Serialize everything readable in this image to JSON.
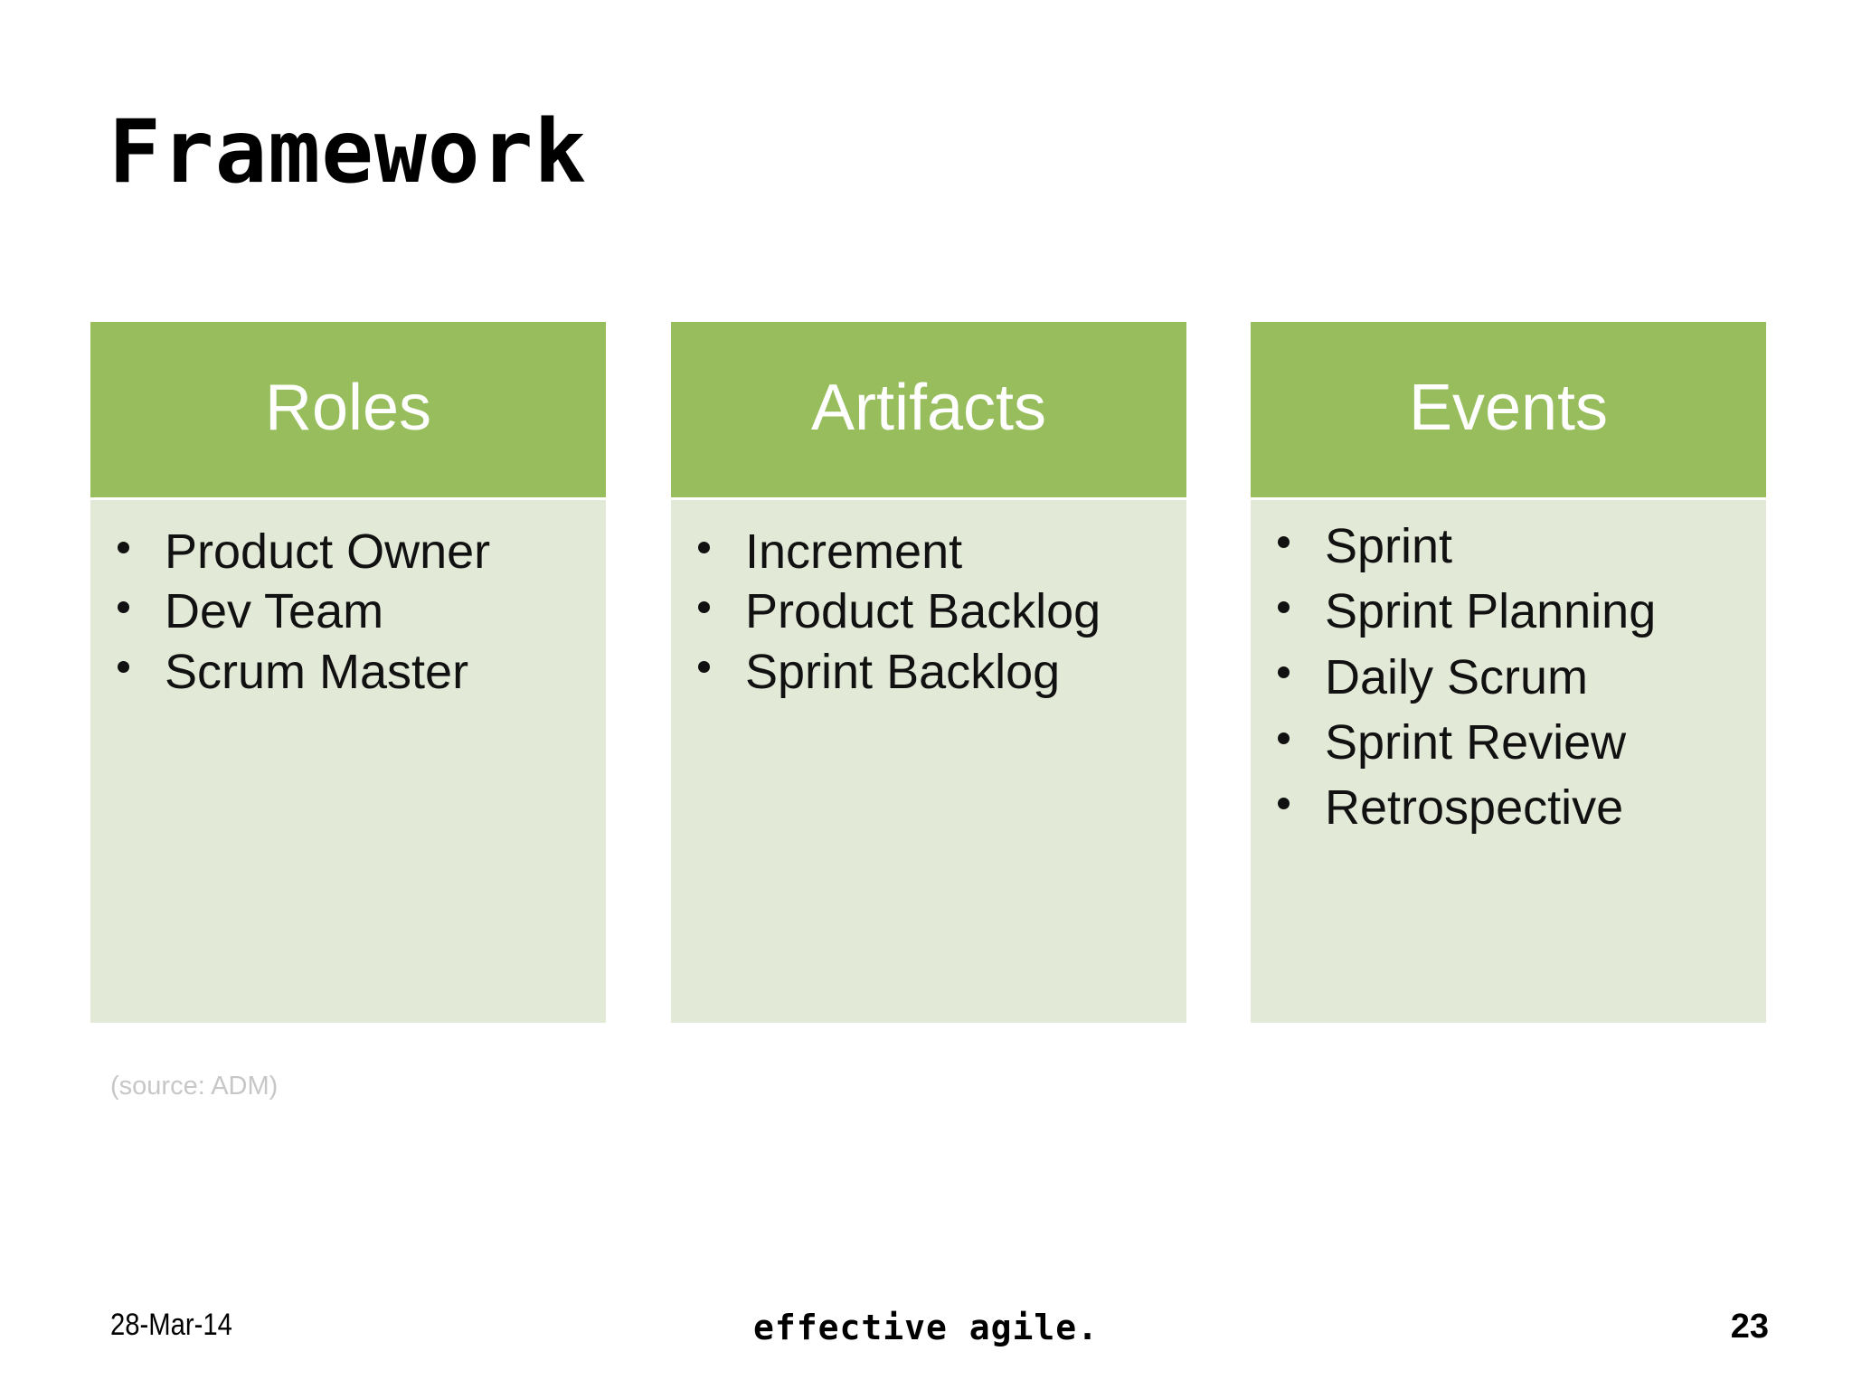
{
  "slide": {
    "title": "Framework",
    "source_note": "(source: ADM)",
    "background_color": "#FFFFFF"
  },
  "theme": {
    "header_green": "#97BD5C",
    "body_pale_green": "#E3E9D7",
    "header_text_color": "#FFFFFF",
    "body_text_color": "#111111",
    "source_note_color": "#C7C7C7"
  },
  "columns": [
    {
      "header": "Roles",
      "items": [
        "Product Owner",
        "Dev Team",
        "Scrum Master"
      ]
    },
    {
      "header": "Artifacts",
      "items": [
        "Increment",
        "Product Backlog",
        "Sprint Backlog"
      ]
    },
    {
      "header": "Events",
      "items": [
        "Sprint",
        "Sprint Planning",
        "Daily Scrum",
        "Sprint Review",
        "Retrospective"
      ]
    }
  ],
  "footer": {
    "date": "28-Mar-14",
    "brand": "effective agile.",
    "page_number": "23"
  }
}
